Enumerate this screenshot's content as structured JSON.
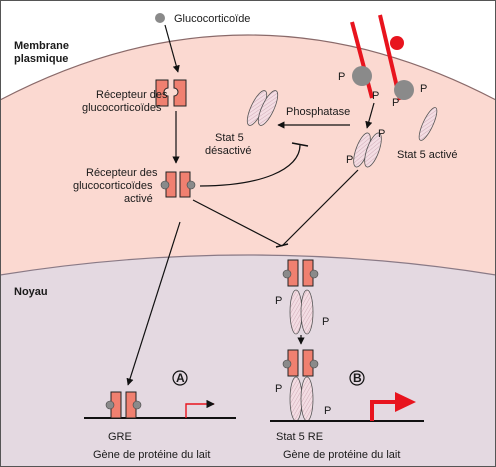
{
  "colors": {
    "cytoplasm": "#fbd9d1",
    "nucleus": "#e4d9e1",
    "outside": "#ffffff",
    "receptor": "#f08070",
    "ligand": "#8a8a8a",
    "stat": "#f3dde3",
    "membrane_receptor": "#e8141e",
    "arrow": "#111111",
    "promoter_red": "#e8141e"
  },
  "labels": {
    "membrane": [
      "Membrane",
      "plasmique"
    ],
    "nucleus": "Noyau",
    "glucocorticoid": "Glucocorticoïde",
    "receptor": [
      "Récepteur des",
      "glucocorticoïdes"
    ],
    "receptor_active": [
      "Récepteur des",
      "glucocorticoïdes",
      "activé"
    ],
    "phosphatase": "Phosphatase",
    "stat5_inactive": [
      "Stat 5",
      "désactivé"
    ],
    "stat5_active": "Stat 5 activé",
    "phospho": "P",
    "gre": "GRE",
    "gene_a": "Gène de protéine du lait",
    "stat5_re": "Stat 5 RE",
    "gene_b": "Gène de protéine du lait",
    "circle_a": "A",
    "circle_b": "B"
  }
}
